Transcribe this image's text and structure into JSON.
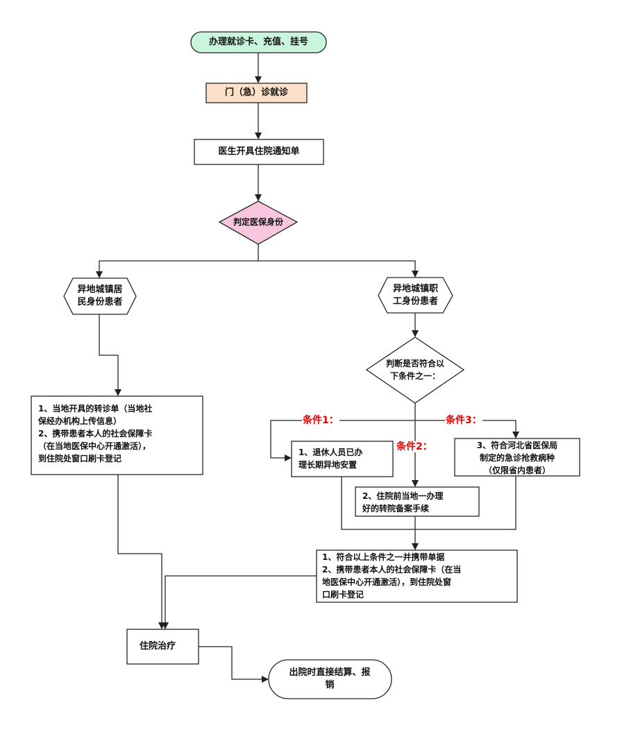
{
  "flowchart": {
    "start": "办理就诊卡、充值、挂号",
    "outpatient": "门（急）诊就诊",
    "notice": "医生开具住院通知单",
    "decision_insurance": "判定医保身份",
    "resident_line1": "异地城镇居",
    "resident_line2": "民身份患者",
    "employee_line1": "异地城镇职",
    "employee_line2": "工身份患者",
    "decision_condition_line1": "判断是否符合以",
    "decision_condition_line2": "下条件之一：",
    "resident_steps": [
      "1、当地开具的转诊单（当地社",
      "保经办机构上传信息）",
      "2、携带患者本人的社会保障卡",
      "（在当地医保中心开通激活），",
      "到住院处窗口刷卡登记"
    ],
    "condition1_label": "条件1：",
    "condition2_label": "条件2：",
    "condition3_label": "条件3：",
    "condition1_lines": [
      "1、退休人员已办",
      "理长期异地安置"
    ],
    "condition2_lines": [
      "2、住院前当地一办理",
      "好的转院备案手续"
    ],
    "condition3_lines": [
      "3、符合河北省医保局",
      "制定的急诊抢救病种",
      "（仅限省内患者）"
    ],
    "employee_steps": [
      "1、符合以上条件之一并携带单据",
      "2、携带患者本人的社会保障卡（在当",
      "地医保中心开通激活），到住院处窗",
      "口刷卡登记"
    ],
    "hospitalization": "住院治疗",
    "end_line1": "出院时直接结算、报",
    "end_line2": "销"
  },
  "colors": {
    "start_fill": "#c8f5dc",
    "outpatient_fill": "#fde0c8",
    "decision_fill": "#f9c6e0",
    "condition_text": "#e60000",
    "line": "#222222"
  }
}
